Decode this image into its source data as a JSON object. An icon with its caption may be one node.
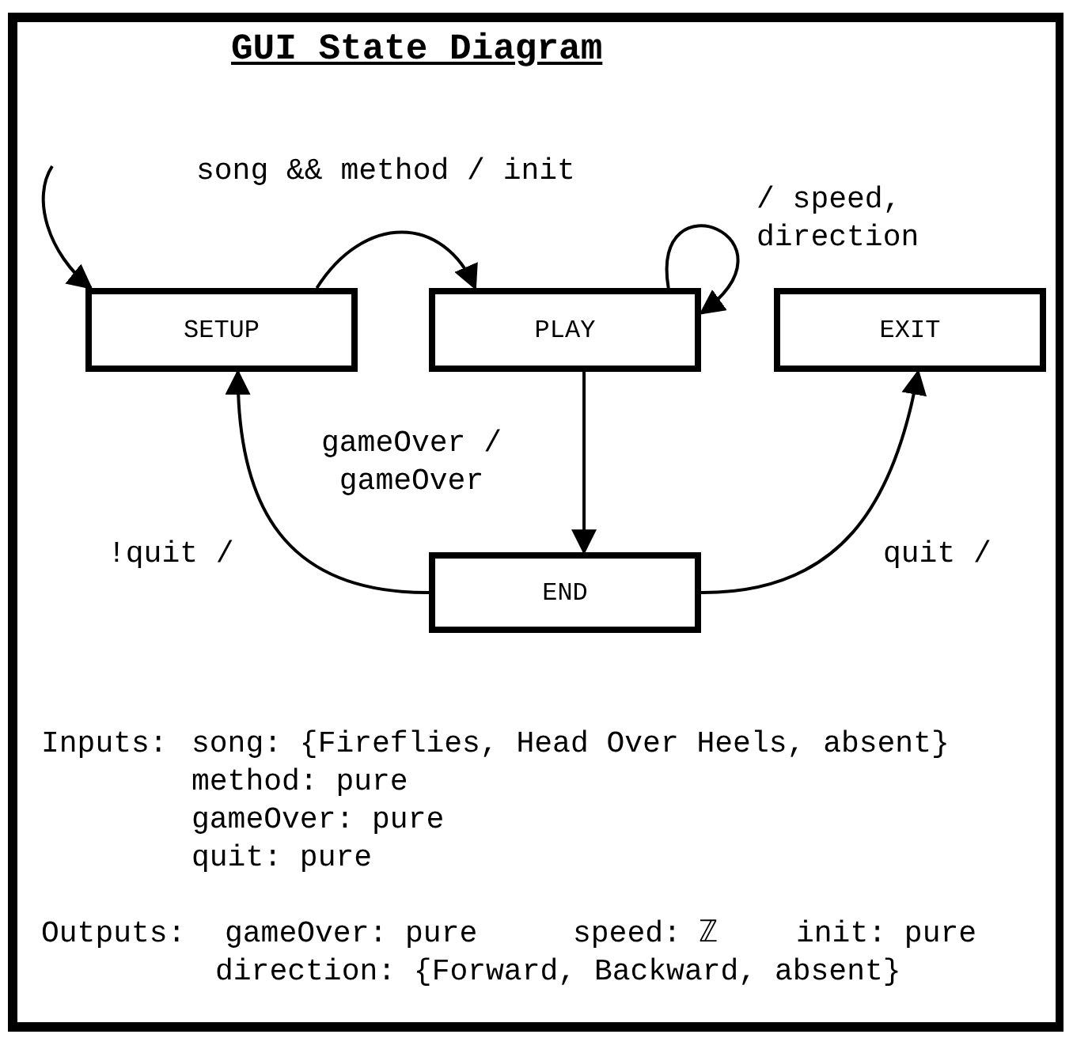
{
  "diagram": {
    "title": "GUI State Diagram",
    "nodes": [
      {
        "text": [
          "SETUP"
        ]
      },
      {
        "text": [
          "PLAY"
        ]
      },
      {
        "text": [
          "EXIT"
        ]
      },
      {
        "text": [
          "END"
        ]
      }
    ],
    "edges": [
      {
        "from": null,
        "to": 0,
        "arrow": "to"
      },
      {
        "from": 0,
        "to": 1,
        "arrow": "to",
        "label": "song && method / init"
      },
      {
        "from": 1,
        "to": 1,
        "arrow": "to",
        "label": "/ speed, direction"
      },
      {
        "from": 1,
        "to": 3,
        "arrow": "to",
        "label": "gameOver / gameOver"
      },
      {
        "from": 3,
        "to": 0,
        "arrow": "to",
        "label": "!quit /"
      },
      {
        "from": 3,
        "to": 2,
        "arrow": "to",
        "label": "quit /"
      }
    ],
    "labels": [
      "Inputs:",
      "song: {Fireflies, Head Over Heels, absent}",
      "method: pure",
      "gameOver: pure",
      "quit: pure",
      "Outputs:",
      "gameOver: pure",
      "speed: ℤ",
      "init: pure",
      "direction: {Forward, Backward, absent}"
    ]
  }
}
